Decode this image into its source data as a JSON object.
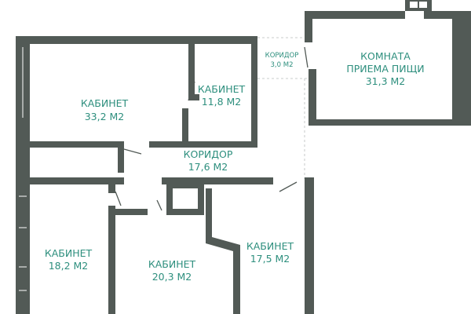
{
  "rooms": [
    {
      "id": "cabinet-a",
      "name": "КАБИНЕТ",
      "area": "33,2 М2"
    },
    {
      "id": "cabinet-b",
      "name": "КАБИНЕТ",
      "area": "11,8 М2"
    },
    {
      "id": "corridor-small",
      "name": "КОРИДОР",
      "area": "3,0 М2"
    },
    {
      "id": "dining-room",
      "name_line1": "КОМНАТА",
      "name_line2": "ПРИЕМА ПИЩИ",
      "area": "31,3 М2"
    },
    {
      "id": "corridor-main",
      "name": "КОРИДОР",
      "area": "17,6 М2"
    },
    {
      "id": "cabinet-c",
      "name": "КАБИНЕТ",
      "area": "18,2 М2"
    },
    {
      "id": "cabinet-d",
      "name": "КАБИНЕТ",
      "area": "20,3 М2"
    },
    {
      "id": "cabinet-e",
      "name": "КАБИНЕТ",
      "area": "17,5 М2"
    }
  ],
  "colors": {
    "wall": "#525a56",
    "label": "#2e8f7e",
    "background": "#ffffff"
  }
}
